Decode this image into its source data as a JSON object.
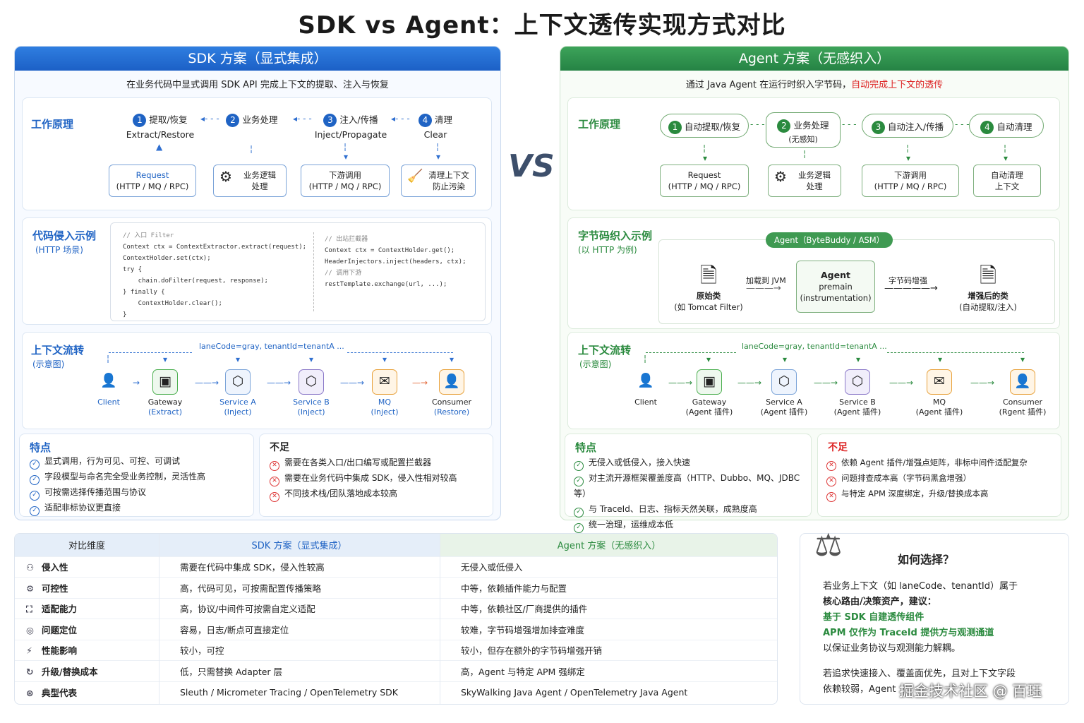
{
  "title": "SDK vs Agent：上下文透传实现方式对比",
  "vs": "VS",
  "sdk": {
    "header": "SDK 方案（显式集成）",
    "subtitle": "在业务代码中显式调用 SDK API 完成上下文的提取、注入与恢复",
    "principle_label": "工作原理",
    "steps": [
      {
        "num": "1",
        "label": "提取/恢复",
        "en": "Extract/Restore"
      },
      {
        "num": "2",
        "label": "业务处理",
        "en": ""
      },
      {
        "num": "3",
        "label": "注入/传播",
        "en": "Inject/Propagate"
      },
      {
        "num": "4",
        "label": "清理",
        "en": "Clear"
      }
    ],
    "boxes": [
      {
        "l1": "Request",
        "l2": "(HTTP / MQ / RPC)"
      },
      {
        "l1": "业务逻辑",
        "l2": "处理"
      },
      {
        "l1": "下游调用",
        "l2": "(HTTP / MQ / RPC)"
      },
      {
        "l1": "清理上下文",
        "l2": "防止污染"
      }
    ],
    "code_label": "代码侵入示例",
    "code_sub": "(HTTP 场景)",
    "code_left": [
      "// 入口 Filter",
      "Context ctx = ContextExtractor.extract(request);",
      "ContextHolder.set(ctx);",
      "try {",
      "    chain.doFilter(request, response);",
      "} finally {",
      "    ContextHolder.clear();",
      "}"
    ],
    "code_right": [
      "// 出站拦截器",
      "Context ctx = ContextHolder.get();",
      "HeaderInjectors.inject(headers, ctx);",
      "",
      "// 调用下游",
      "restTemplate.exchange(url, ...);"
    ],
    "flow_label": "上下文流转",
    "flow_sub": "(示意图)",
    "flow_ctx": "laneCode=gray, tenantId=tenantA ...",
    "nodes": [
      {
        "l1": "Client",
        "l2": ""
      },
      {
        "l1": "Gateway",
        "l2": "(Extract)"
      },
      {
        "l1": "Service A",
        "l2": "(Inject)"
      },
      {
        "l1": "Service B",
        "l2": "(Inject)"
      },
      {
        "l1": "MQ",
        "l2": "(Inject)"
      },
      {
        "l1": "Consumer",
        "l2": "(Restore)"
      }
    ],
    "pros_label": "特点",
    "pros": [
      "显式调用，行为可见、可控、可调试",
      "字段模型与命名完全受业务控制，灵活性高",
      "可按需选择传播范围与协议",
      "适配非标协议更直接"
    ],
    "cons_label": "不足",
    "cons": [
      "需要在各类入口/出口编写或配置拦截器",
      "需要在业务代码中集成 SDK，侵入性相对较高",
      "不同技术栈/团队落地成本较高"
    ]
  },
  "agent": {
    "header": "Agent 方案（无感织入）",
    "subtitle_a": "通过 Java Agent 在运行时织入字节码，",
    "subtitle_b": "自动完成上下文的透传",
    "principle_label": "工作原理",
    "steps": [
      {
        "num": "1",
        "label": "自动提取/恢复",
        "sub": ""
      },
      {
        "num": "2",
        "label": "业务处理",
        "sub": "(无感知)"
      },
      {
        "num": "3",
        "label": "自动注入/传播",
        "sub": ""
      },
      {
        "num": "4",
        "label": "自动清理",
        "sub": ""
      }
    ],
    "boxes": [
      {
        "l1": "Request",
        "l2": "(HTTP / MQ / RPC)"
      },
      {
        "l1": "业务逻辑",
        "l2": "处理"
      },
      {
        "l1": "下游调用",
        "l2": "(HTTP / MQ / RPC)"
      },
      {
        "l1": "自动清理",
        "l2": "上下文"
      }
    ],
    "weave_label": "字节码织入示例",
    "weave_sub": "(以 HTTP 为例)",
    "weave_tag": "Agent（ByteBuddy / ASM）",
    "orig_l1": "原始类",
    "orig_l2": "(如 Tomcat Filter)",
    "intercept": "加载到 JVM",
    "agent_l1": "Agent",
    "agent_l2": "premain",
    "agent_l3": "(instrumentation)",
    "enhance": "字节码增强",
    "enh_l1": "增强后的类",
    "enh_l2": "(自动提取/注入)",
    "flow_label": "上下文流转",
    "flow_sub": "(示意图)",
    "flow_ctx": "laneCode=gray, tenantId=tenantA ...",
    "nodes": [
      {
        "l1": "Client",
        "l2": ""
      },
      {
        "l1": "Gateway",
        "l2": "(Agent 插件)"
      },
      {
        "l1": "Service A",
        "l2": "(Agent 插件)"
      },
      {
        "l1": "Service B",
        "l2": "(Agent 插件)"
      },
      {
        "l1": "MQ",
        "l2": "(Agent 插件)"
      },
      {
        "l1": "Consumer",
        "l2": "(Rgent 插件)"
      }
    ],
    "pros_label": "特点",
    "pros": [
      "无侵入或低侵入，接入快速",
      "对主流开源框架覆盖度高（HTTP、Dubbo、MQ、JDBC 等）",
      "与 TraceId、日志、指标天然关联，成熟度高",
      "统一治理，运维成本低"
    ],
    "cons_label": "不足",
    "cons": [
      "依赖 Agent 插件/增强点矩阵，非标中间件适配复杂",
      "问题排查成本高（字节码黑盒增强）",
      "与特定 APM 深度绑定，升级/替换成本高"
    ]
  },
  "table": {
    "headers": [
      "对比维度",
      "SDK 方案（显式集成）",
      "Agent 方案（无感织入）"
    ],
    "rows": [
      {
        "icon": "person-icon",
        "dim": "侵入性",
        "sdk": "需要在代码中集成 SDK，侵入性较高",
        "agent": "无侵入或低侵入"
      },
      {
        "icon": "control-icon",
        "dim": "可控性",
        "sdk": "高，代码可见，可按需配置传播策略",
        "agent": "中等，依赖插件能力与配置"
      },
      {
        "icon": "adapt-icon",
        "dim": "适配能力",
        "sdk": "高，协议/中间件可按需自定义适配",
        "agent": "中等，依赖社区/厂商提供的插件"
      },
      {
        "icon": "locate-icon",
        "dim": "问题定位",
        "sdk": "容易，日志/断点可直接定位",
        "agent": "较难，字节码增强增加排查难度"
      },
      {
        "icon": "perf-icon",
        "dim": "性能影响",
        "sdk": "较小，可控",
        "agent": "较小，但存在额外的字节码增强开销"
      },
      {
        "icon": "upgrade-icon",
        "dim": "升级/替换成本",
        "sdk": "低，只需替换 Adapter 层",
        "agent": "高，Agent 与特定 APM 强绑定"
      },
      {
        "icon": "example-icon",
        "dim": "典型代表",
        "sdk": "Sleuth / Micrometer Tracing / OpenTelemetry SDK",
        "agent": "SkyWalking Java Agent / OpenTelemetry Java Agent"
      }
    ]
  },
  "choose": {
    "title": "如何选择？",
    "p1": "若业务上下文（如 laneCode、tenantId）属于",
    "p2": "核心路由/决策资产，建议：",
    "g1": "基于 SDK 自建透传组件",
    "g2": "APM 仅作为 TraceId 提供方与观测通道",
    "p3": "以保证业务协议与观测能力解耦。",
    "p4": "若追求快速接入、覆盖面优先，且对上下文字段",
    "p5": "依赖较弱，Agent",
    "watermark": "掘金技术社区 @ 百珏"
  },
  "colors": {
    "blue": "#1f63c4",
    "green": "#2a8a3e",
    "red": "#d22"
  }
}
